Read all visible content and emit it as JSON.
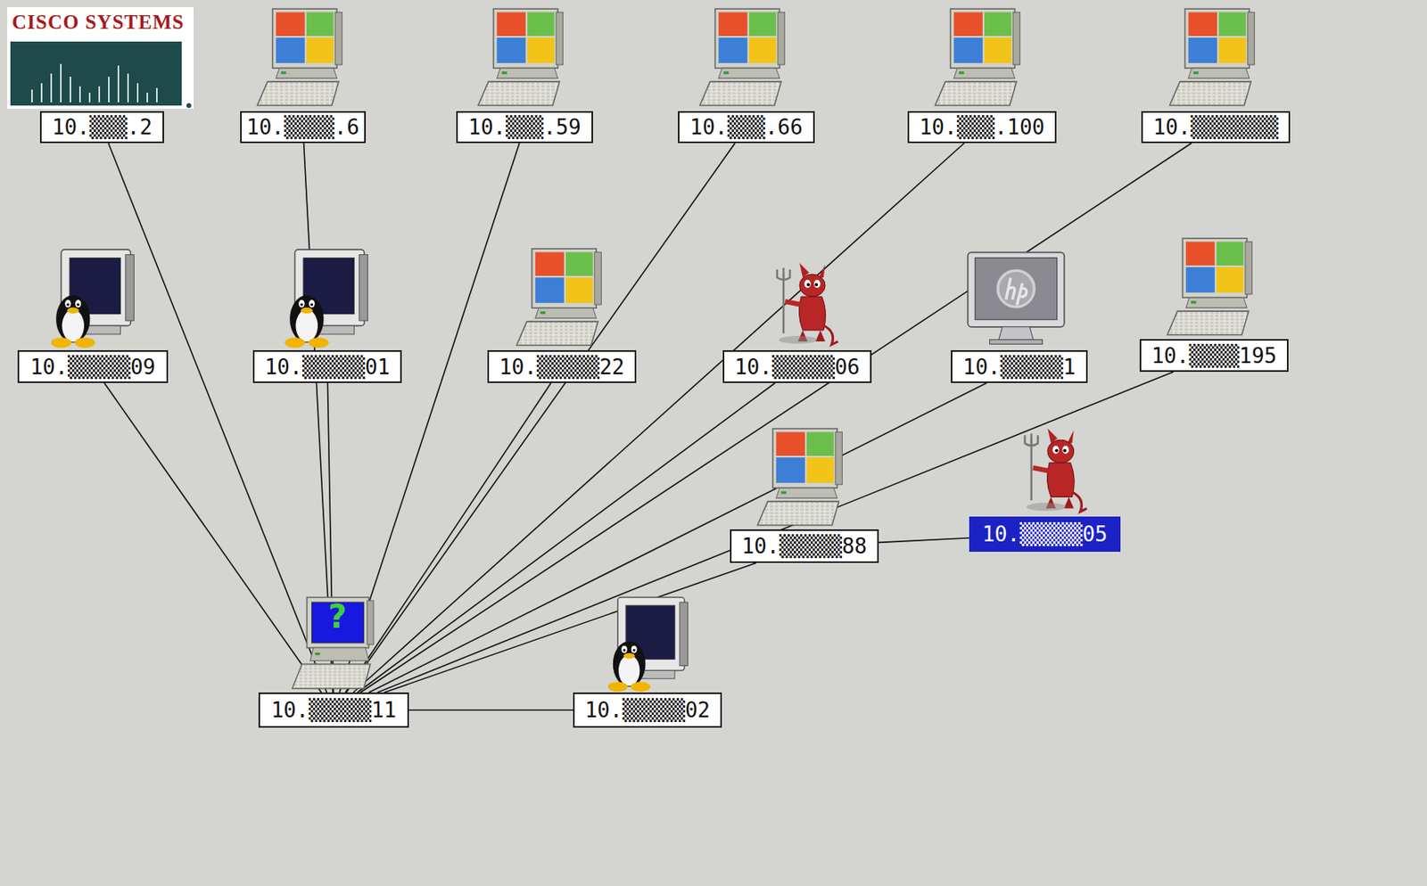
{
  "diagram": {
    "nodes": [
      {
        "text": [
          "10.▒▒▒.2"
        ]
      },
      {
        "text": [
          "10.▒▒▒▒.6"
        ]
      },
      {
        "text": [
          "10.▒▒▒.59"
        ]
      },
      {
        "text": [
          "10.▒▒▒.66"
        ]
      },
      {
        "text": [
          "10.▒▒▒.100"
        ]
      },
      {
        "text": [
          "10.▒▒▒▒▒▒▒"
        ]
      },
      {
        "text": [
          "10.▒▒▒▒▒09"
        ]
      },
      {
        "text": [
          "10.▒▒▒▒▒01"
        ]
      },
      {
        "text": [
          "10.▒▒▒▒▒22"
        ]
      },
      {
        "text": [
          "10.▒▒▒▒▒06"
        ]
      },
      {
        "text": [
          "10.▒▒▒▒▒1"
        ]
      },
      {
        "text": [
          "10.▒▒▒▒195"
        ]
      },
      {
        "text": [
          "10.▒▒▒▒▒88"
        ]
      },
      {
        "text": [
          "10.▒▒▒▒▒05"
        ]
      },
      {
        "text": [
          "10.▒▒▒▒▒11"
        ]
      },
      {
        "text": [
          "10.▒▒▒▒▒02"
        ]
      }
    ],
    "edges": [
      {
        "from": 14,
        "to": 0,
        "arrow": "none"
      },
      {
        "from": 14,
        "to": 6,
        "arrow": "none"
      },
      {
        "from": 14,
        "to": 1,
        "arrow": "none"
      },
      {
        "from": 14,
        "to": 7,
        "arrow": "none"
      },
      {
        "from": 14,
        "to": 2,
        "arrow": "none"
      },
      {
        "from": 14,
        "to": 8,
        "arrow": "none"
      },
      {
        "from": 14,
        "to": 3,
        "arrow": "none"
      },
      {
        "from": 14,
        "to": 4,
        "arrow": "none"
      },
      {
        "from": 14,
        "to": 5,
        "arrow": "none"
      },
      {
        "from": 14,
        "to": 9,
        "arrow": "none"
      },
      {
        "from": 14,
        "to": 10,
        "arrow": "none"
      },
      {
        "from": 14,
        "to": 11,
        "arrow": "none"
      },
      {
        "from": 14,
        "to": 12,
        "arrow": "none"
      },
      {
        "from": 14,
        "to": 15,
        "arrow": "none"
      },
      {
        "from": 12,
        "to": 13,
        "arrow": "none"
      }
    ],
    "labels": [
      "CISCO SYSTEMS",
      "?"
    ]
  }
}
